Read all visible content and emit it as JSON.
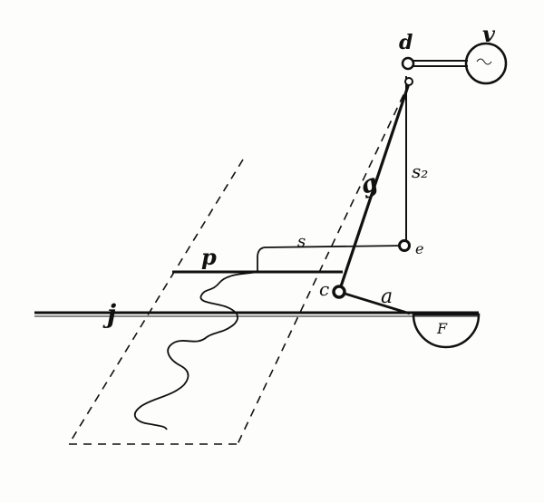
{
  "labels": {
    "d": "d",
    "v": "v",
    "s2": "s₂",
    "g": "g",
    "e": "e",
    "s": "s",
    "p": "p",
    "c": "c",
    "a": "a",
    "j": "j",
    "F": "F"
  },
  "colors": {
    "ink": "#111111",
    "paper": "#fdfdfb"
  }
}
